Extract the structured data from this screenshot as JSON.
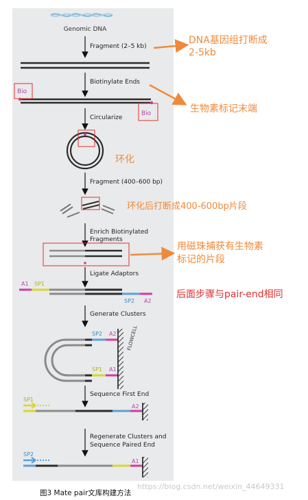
{
  "genomic_dna_label": "Genomic DNA",
  "steps": {
    "fragment_1": "Fragment (2–5 kb)",
    "biotinylate": "Biotinylate Ends",
    "circularize": "Circularize",
    "fragment_2": "Fragment (400–600 bp)",
    "enrich_line1": "Enrich Biotinylated",
    "enrich_line2": "Fragments",
    "ligate": "Ligate Adaptors",
    "generate": "Generate Clusters",
    "seq_first": "Sequence First End",
    "regen_line1": "Regenerate Clusters and",
    "regen_line2": "Sequence Paired End"
  },
  "tags": {
    "bio": "Bio",
    "a1": "A1",
    "a2": "A2",
    "sp1": "SP1",
    "sp2": "SP2",
    "flowcell": "FLOWCELL"
  },
  "annotations": {
    "fragment_line1": "DNA基因组打断成",
    "fragment_line2": "2-5kb",
    "biotin": "生物素标记末端",
    "circle": "环化",
    "fragment2": "环化后打断成400-600bp片段",
    "enrich_line1": "用磁珠捕获有生物素",
    "enrich_line2": "标记的片段",
    "same": "后面步骤与pair-end相同"
  },
  "caption": "图3  Mate pair文库构建方法",
  "watermark": "https://blog.csdn.net/weixin_44649331",
  "colors": {
    "panel": "#e9eaeb",
    "strand": "#2b2b2b",
    "strand_gray": "#8a8a8a",
    "orange": "#f08a3a",
    "red_box": "#e03030",
    "magenta": "#d03ca0",
    "yellow": "#d7d72a",
    "blue": "#5aa0d8",
    "tag_text": "#b04aa0"
  }
}
